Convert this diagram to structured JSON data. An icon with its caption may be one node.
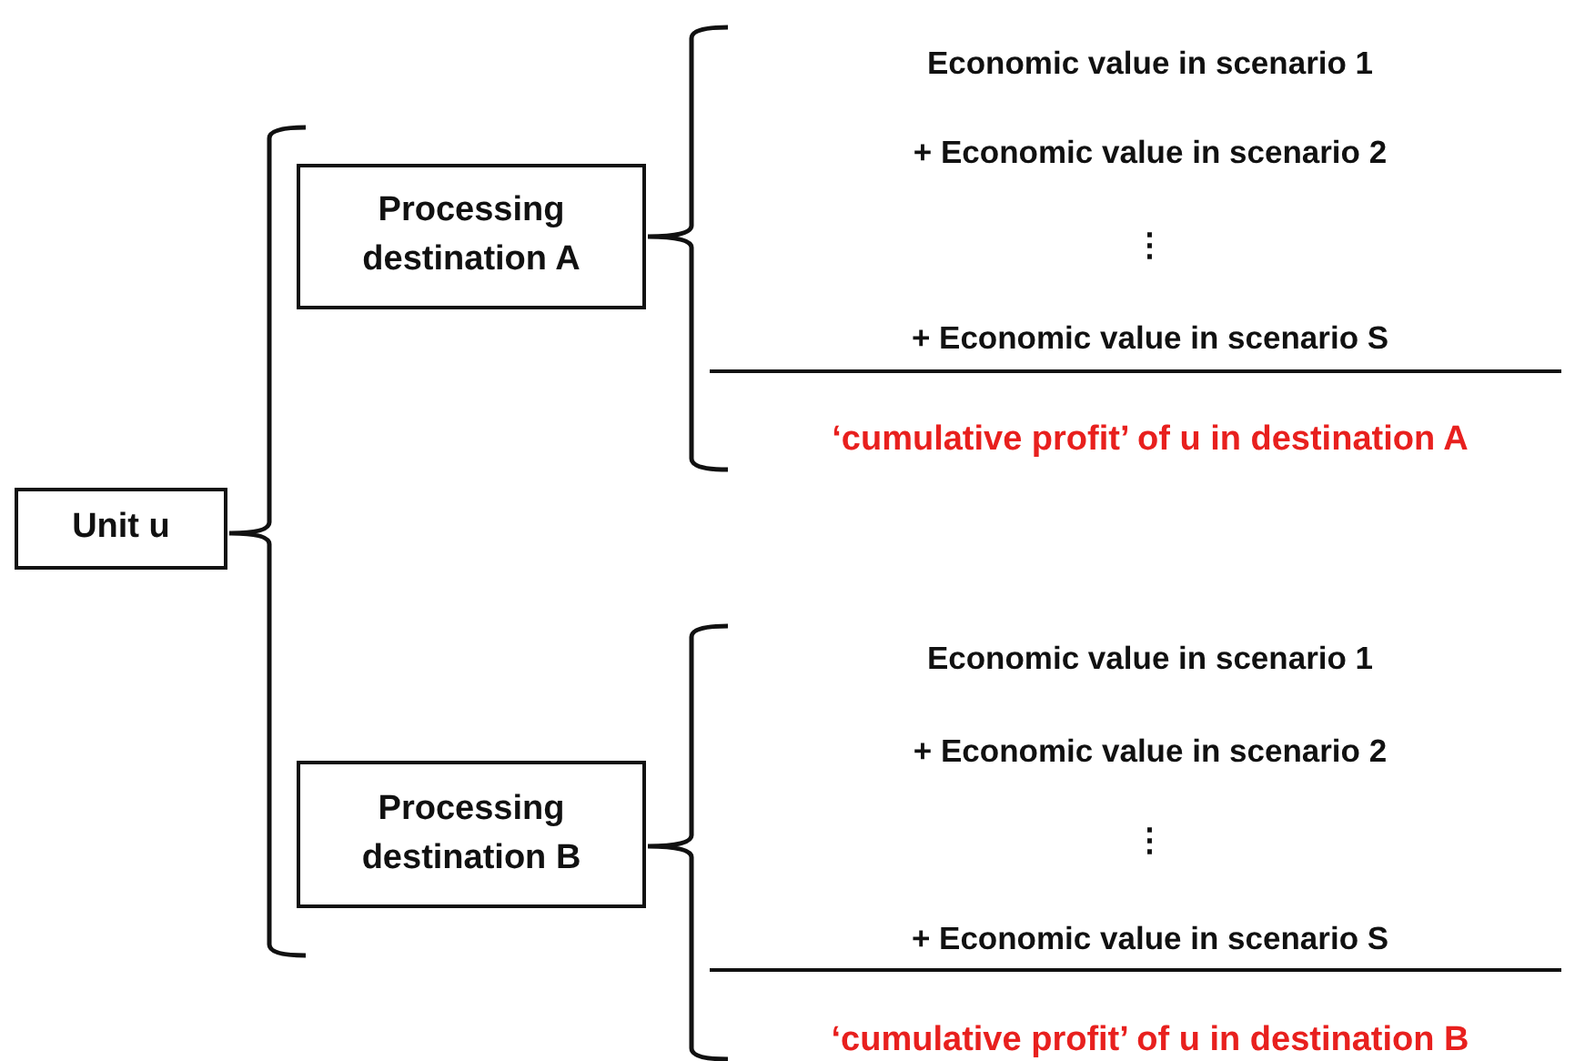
{
  "diagram": {
    "nodes": [
      {
        "text": [
          "Unit u"
        ]
      },
      {
        "text": [
          "Processing destination A"
        ]
      },
      {
        "text": [
          "Processing destination B"
        ]
      }
    ],
    "labels": [
      "Economic value in scenario 1",
      "+ Economic value in scenario 2",
      "⋮",
      "+ Economic value in scenario S",
      "‘cumulative profit’ of u in destination A",
      "Economic value in scenario 1",
      "+ Economic value in scenario 2",
      "⋮",
      "+ Economic value in scenario S",
      "‘cumulative profit’ of u in destination B"
    ]
  }
}
